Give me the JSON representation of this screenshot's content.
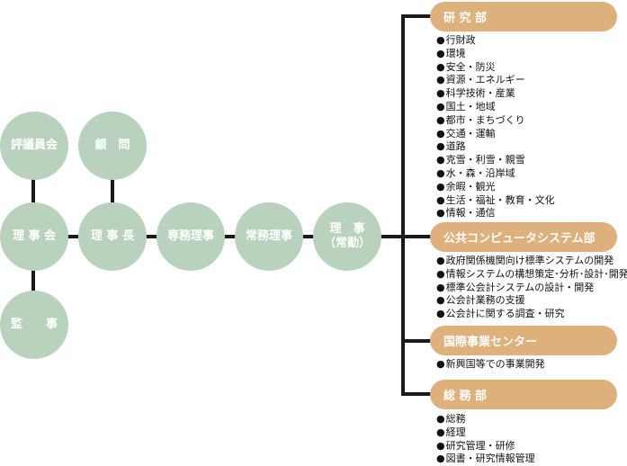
{
  "nodes": {
    "hyogiinkai": "評議員会",
    "komon": "顧　問",
    "rijikai": "理 事 会",
    "rijicho": "理 事 長",
    "senmu": "専務理事",
    "jomu": "常務理事",
    "riji_jokin": "理　事\n（常勤）",
    "kanji": "監　　事"
  },
  "departments": [
    {
      "name": "研 究 部",
      "items": [
        "行財政",
        "環境",
        "安全・防災",
        "資源・エネルギー",
        "科学技術・産業",
        "国土・地域",
        "都市・まちづくり",
        "交通・運輸",
        "道路",
        "克雪・利雪・親雪",
        "水・森・沿岸域",
        "余暇・観光",
        "生活・福祉・教育・文化",
        "情報・通信"
      ]
    },
    {
      "name": "公共コンピュータシステム部",
      "items": [
        "政府関係機関向け標準システムの開発",
        "情報システムの構想策定･分析･設計･開発",
        "標準公会計システムの設計・開発",
        "公会計業務の支援",
        "公会計に関する調査・研究"
      ]
    },
    {
      "name": "国際事業センター",
      "items": [
        "新興国等での事業開発"
      ]
    },
    {
      "name": "総 務 部",
      "items": [
        "総務",
        "経理",
        "研究管理・研修",
        "図書・研究情報管理"
      ]
    }
  ]
}
